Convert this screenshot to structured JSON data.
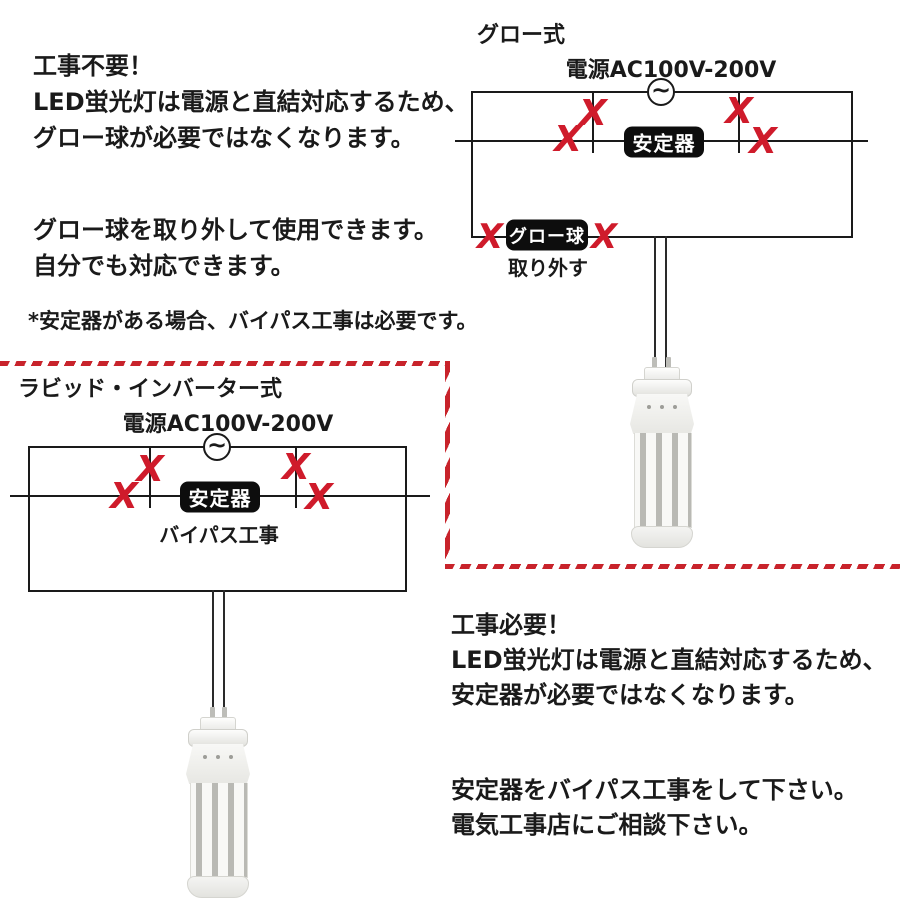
{
  "colors": {
    "line": "#1a1a1a",
    "red": "#cf1b2b",
    "badge_bg": "#0d0d0d",
    "badge_text": "#ffffff"
  },
  "intro": {
    "heading": "工事不要！",
    "body_line1": "LED蛍光灯は電源と直結対応するため、",
    "body_line2": "グロー球が必要ではなくなります。",
    "body_line3": "グロー球を取り外して使用できます。",
    "body_line4": "自分でも対応できます。",
    "note": "*安定器がある場合、バイパス工事は必要です。"
  },
  "glow": {
    "title": "グロー式",
    "power": "電源AC100V-200V",
    "ac": "~",
    "ballast": "安定器",
    "bulb": "グロー球",
    "remove": "取り外す",
    "x": "X"
  },
  "rapid": {
    "title": "ラビッド・インバーター式",
    "power": "電源AC100V-200V",
    "ac": "~",
    "ballast": "安定器",
    "bypass": "バイパス工事",
    "x": "X"
  },
  "outro": {
    "heading": "工事必要！",
    "body_line1": "LED蛍光灯は電源と直結対応するため、",
    "body_line2": "安定器が必要ではなくなります。",
    "body_line3": "安定器をバイパス工事をして下さい。",
    "body_line4": "電気工事店にご相談下さい。"
  }
}
